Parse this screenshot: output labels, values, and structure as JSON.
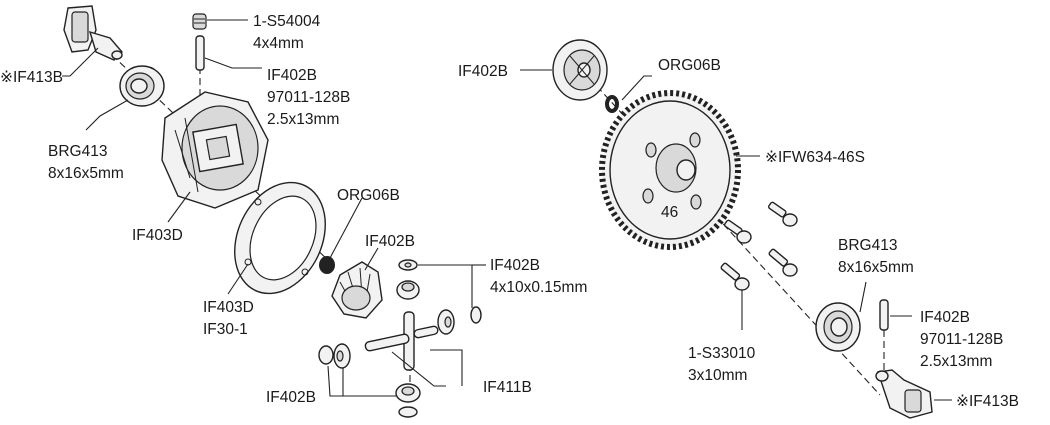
{
  "labels": {
    "s54004_code": "1-S54004",
    "s54004_size": "4x4mm",
    "if413b_left": "※IF413B",
    "if402b_pin_top": "IF402B",
    "if402b_pin_top_code": "97011-128B",
    "if402b_pin_top_size": "2.5x13mm",
    "brg413_left": "BRG413",
    "brg413_left_size": "8x16x5mm",
    "if403d_case": "IF403D",
    "org06b_left": "ORG06B",
    "if402b_bevel": "IF402B",
    "if402b_washer": "IF402B",
    "if402b_washer_size": "4x10x0.15mm",
    "if403d_gasket": "IF403D",
    "if30_gasket": "IF30-1",
    "if402b_bottom": "IF402B",
    "if411b": "IF411B",
    "if402b_pinion": "IF402B",
    "org06b_right": "ORG06B",
    "ifw634": "※IFW634-46S",
    "gear_teeth_number": "46",
    "brg413_right": "BRG413",
    "brg413_right_size": "8x16x5mm",
    "s33010_code": "1-S33010",
    "s33010_size": "3x10mm",
    "if402b_pin_right": "IF402B",
    "if402b_pin_right_code": "97011-128B",
    "if402b_pin_right_size": "2.5x13mm",
    "if413b_right": "※IF413B"
  }
}
